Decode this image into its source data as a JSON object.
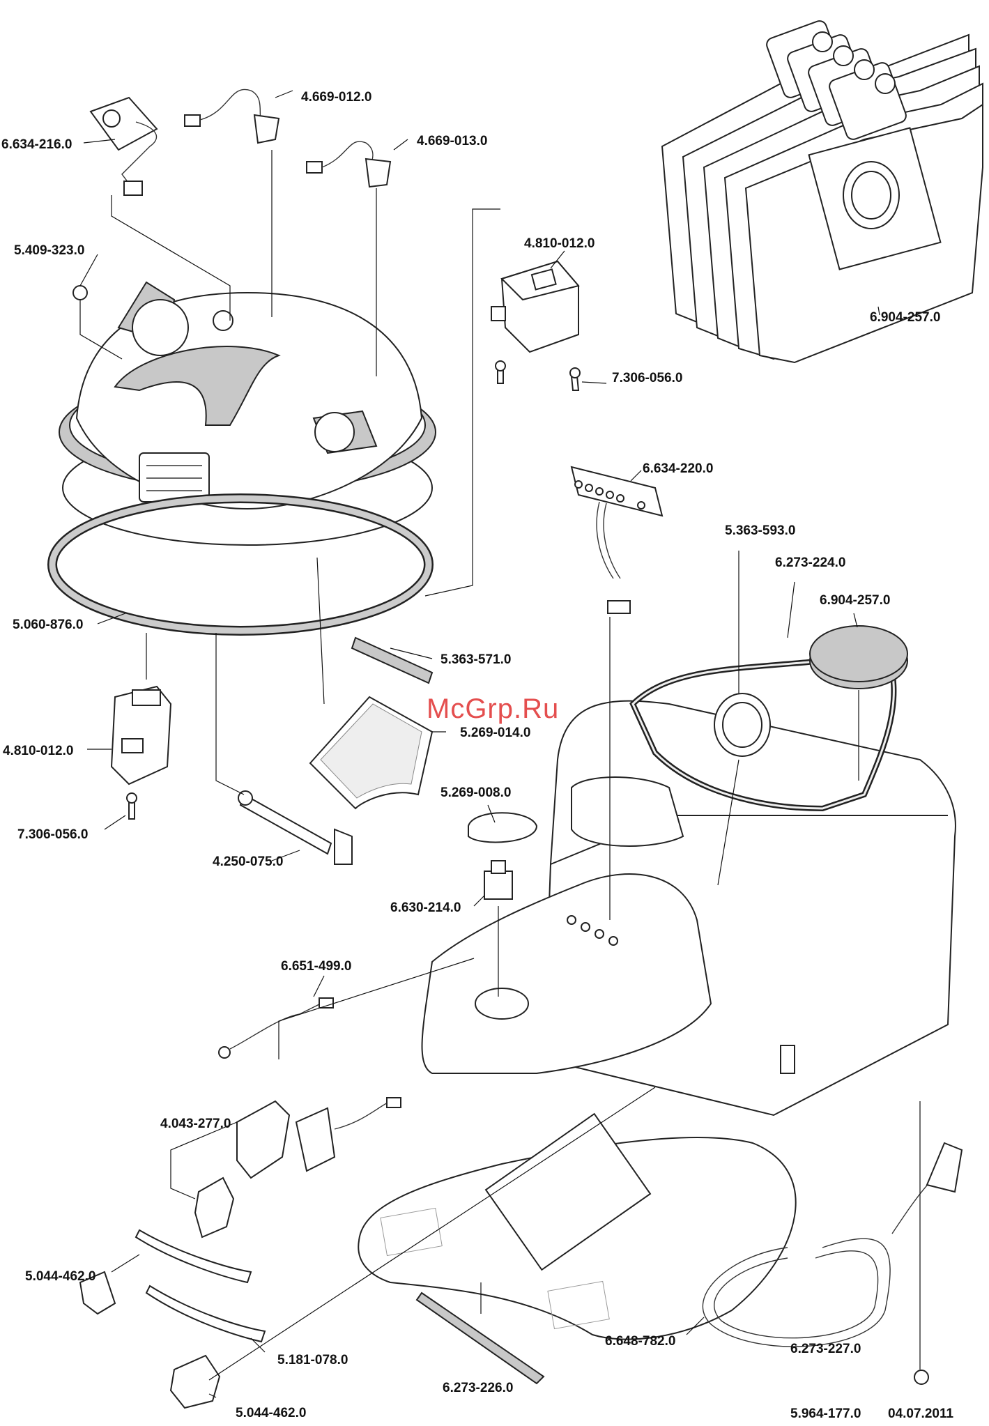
{
  "watermark": "McGrp.Ru",
  "footer": {
    "doc_number": "5.964-177.0",
    "date": "04.07.2011"
  },
  "labels": {
    "l_6634216": "6.634-216.0",
    "l_4669012": "4.669-012.0",
    "l_4669013": "4.669-013.0",
    "l_5409323": "5.409-323.0",
    "l_4810012_top": "4.810-012.0",
    "l_6904257_top": "6.904-257.0",
    "l_7306056_top": "7.306-056.0",
    "l_6634220": "6.634-220.0",
    "l_5363593": "5.363-593.0",
    "l_6273224": "6.273-224.0",
    "l_6904257_mid": "6.904-257.0",
    "l_5060876": "5.060-876.0",
    "l_5363571": "5.363-571.0",
    "l_5269014": "5.269-014.0",
    "l_4810012_left": "4.810-012.0",
    "l_7306056_left": "7.306-056.0",
    "l_4250075": "4.250-075.0",
    "l_5269008": "5.269-008.0",
    "l_6630214": "6.630-214.0",
    "l_6651499": "6.651-499.0",
    "l_4043277": "4.043-277.0",
    "l_5044462_a": "5.044-462.0",
    "l_5181078": "5.181-078.0",
    "l_5044462_b": "5.044-462.0",
    "l_6273226": "6.273-226.0",
    "l_6648782": "6.648-782.0",
    "l_6273227": "6.273-227.0"
  }
}
